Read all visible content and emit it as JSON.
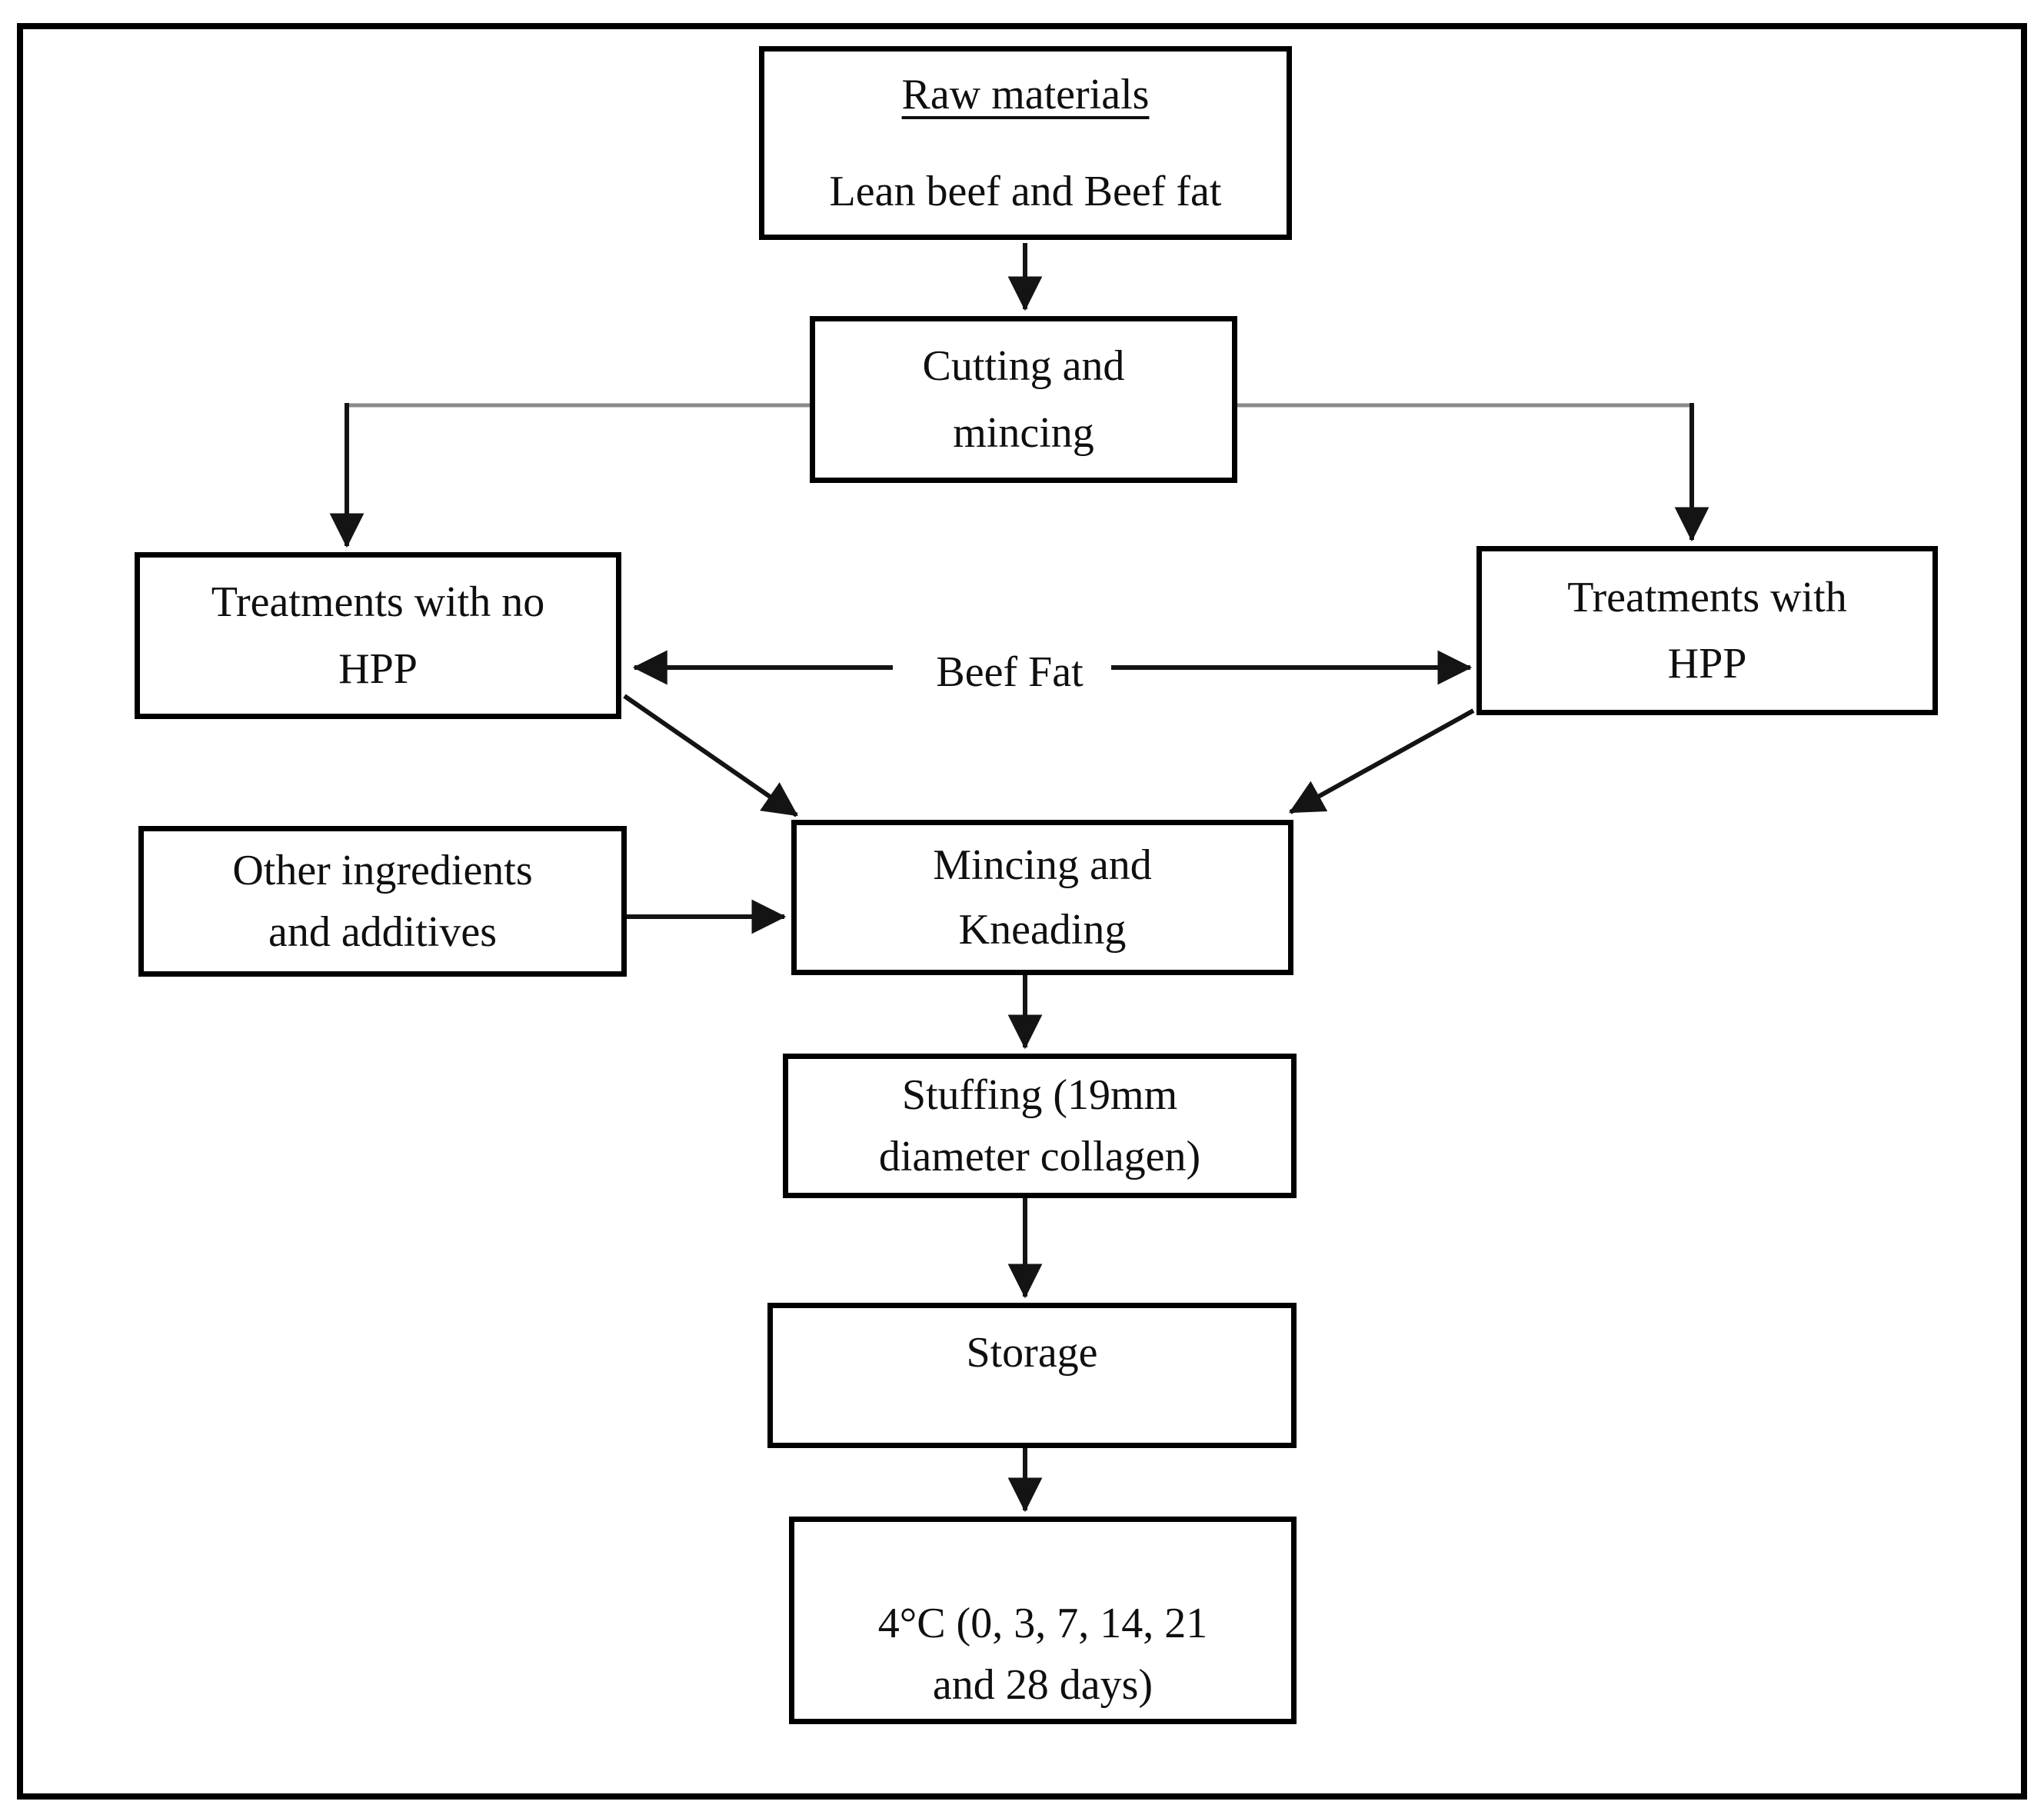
{
  "diagram": {
    "title_implicit": "Beef product processing flowchart",
    "nodes": {
      "raw_materials": {
        "title": "Raw materials",
        "subtitle": "Lean beef and Beef fat"
      },
      "cutting": {
        "line1": "Cutting and",
        "line2": "mincing"
      },
      "no_hpp": {
        "line1": "Treatments with no",
        "line2": "HPP"
      },
      "hpp": {
        "line1": "Treatments with",
        "line2": "HPP"
      },
      "other_ingredients": {
        "line1": "Other ingredients",
        "line2": "and additives"
      },
      "mincing": {
        "line1": "Mincing and",
        "line2": "Kneading"
      },
      "stuffing": {
        "line1": "Stuffing (19mm",
        "line2": "diameter collagen)"
      },
      "storage": {
        "label": "Storage"
      },
      "storage_temp": {
        "line1": "4°C (0, 3, 7, 14, 21",
        "line2": "and 28 days)"
      }
    },
    "edge_labels": {
      "beef_fat": "Beef Fat"
    },
    "edges": [
      {
        "from": "raw-materials",
        "to": "cutting-mincing"
      },
      {
        "from": "cutting-mincing",
        "to": "treatments-no-hpp"
      },
      {
        "from": "cutting-mincing",
        "to": "treatments-hpp"
      },
      {
        "from": "beef-fat",
        "to": "treatments-no-hpp"
      },
      {
        "from": "beef-fat",
        "to": "treatments-hpp"
      },
      {
        "from": "treatments-no-hpp",
        "to": "mincing-kneading"
      },
      {
        "from": "treatments-hpp",
        "to": "mincing-kneading"
      },
      {
        "from": "other-ingredients",
        "to": "mincing-kneading"
      },
      {
        "from": "mincing-kneading",
        "to": "stuffing"
      },
      {
        "from": "stuffing",
        "to": "storage"
      },
      {
        "from": "storage",
        "to": "storage-temperature"
      }
    ],
    "colors": {
      "background": "#ffffff",
      "box_border": "#000000",
      "text": "#0f0f0f",
      "arrow": "#141414",
      "branch_line_gray": "#8a8a8a"
    }
  }
}
